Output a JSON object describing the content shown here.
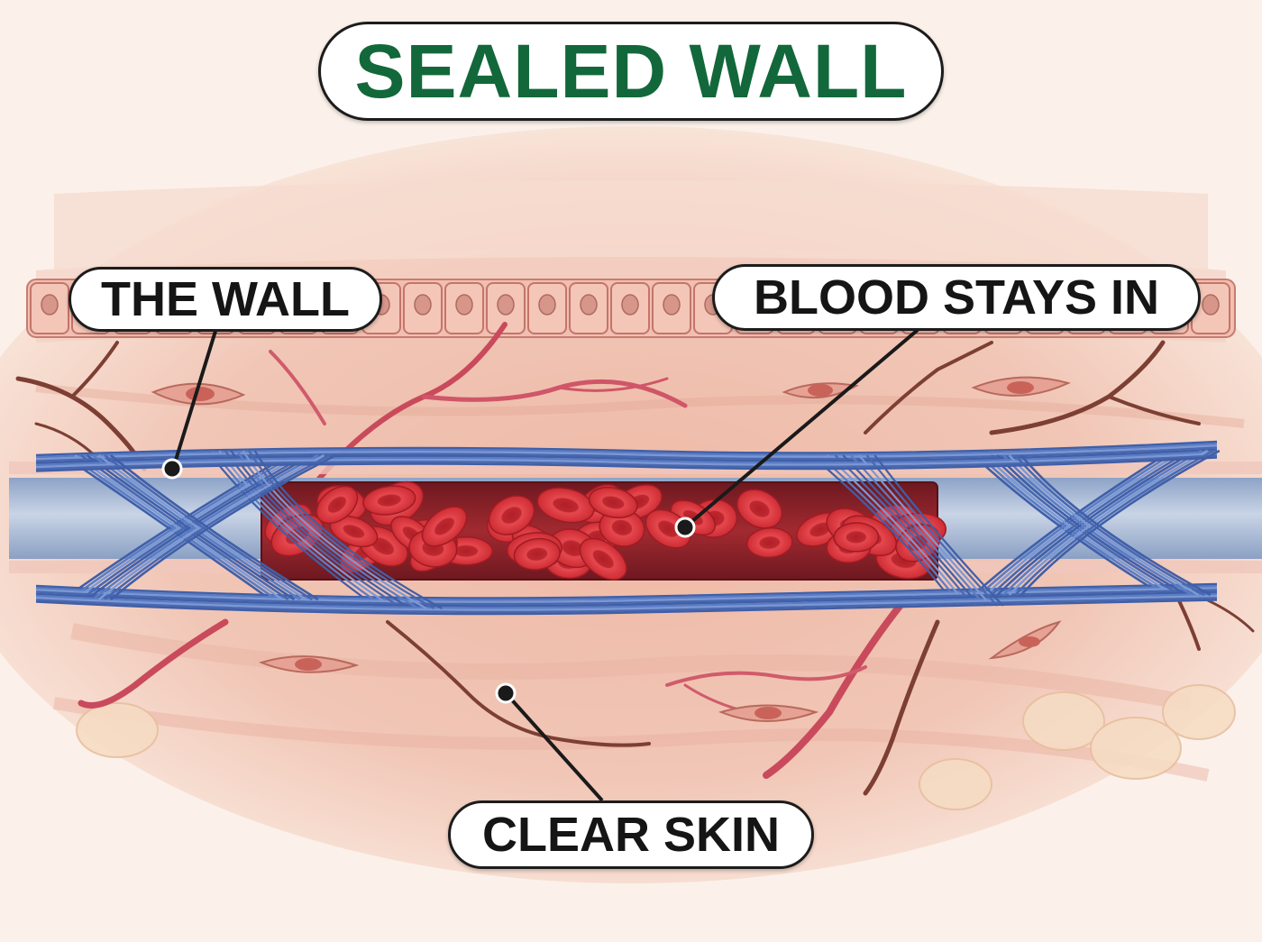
{
  "title": "SEALED WALL",
  "labels": {
    "wall": "THE WALL",
    "blood": "BLOOD STAYS IN",
    "skin": "CLEAR SKIN"
  },
  "colors": {
    "title": "#12683a",
    "label_text": "#151515",
    "tissue": "#f0c3b4",
    "vessel_fibers": "#4f6fb8",
    "blood_cells": "#d8333c",
    "background": "#fbf1ea"
  }
}
